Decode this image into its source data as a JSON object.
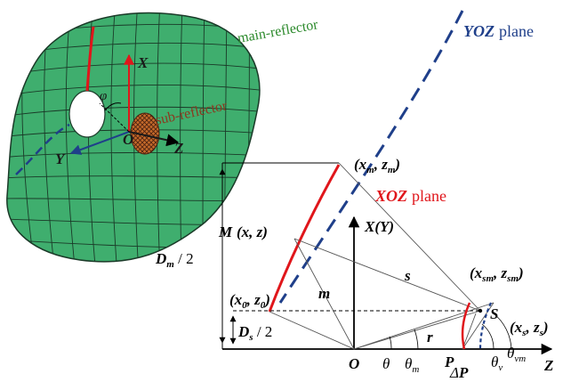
{
  "labels": {
    "main_reflector": "main-reflector",
    "sub_reflector": "sub-reflector",
    "axis_x_3d": "X",
    "axis_y_3d": "Y",
    "axis_z_3d": "Z",
    "origin_3d": "O",
    "phi": "φ",
    "yoz_plane_sym": "YOZ",
    "yoz_plane_word": "plane",
    "xoz_plane_sym": "XOZ",
    "xoz_plane_word": "plane",
    "point_xm_zm": "(x_m, z_m)",
    "point_M": "M",
    "point_M_coords": "(x, z)",
    "point_x0_z0": "(x_0, z_0)",
    "axis_XY": "X(Y)",
    "label_s": "s",
    "label_m": "m",
    "label_r": "r",
    "point_xsm_zsm": "(x_sm, z_sm)",
    "point_S": "S",
    "point_S_coords": "(x_s, z_s)",
    "Dm_half": "D_m / 2",
    "Ds_half": "D_s / 2",
    "origin_2d": "O",
    "theta": "θ",
    "theta_m": "θ_m",
    "point_P": "P",
    "delta_P": "ΔP",
    "theta_v": "θ_v",
    "theta_vm": "θ_vm",
    "axis_Z": "Z"
  },
  "colors": {
    "reflector_fill": "#3fae6e",
    "grid_line": "#1a3a28",
    "red": "#e0161b",
    "blue": "#1f3f8a",
    "green_text": "#2c8a2c",
    "brown_text": "#8a3a20",
    "sub_fill": "#c56a2a"
  }
}
